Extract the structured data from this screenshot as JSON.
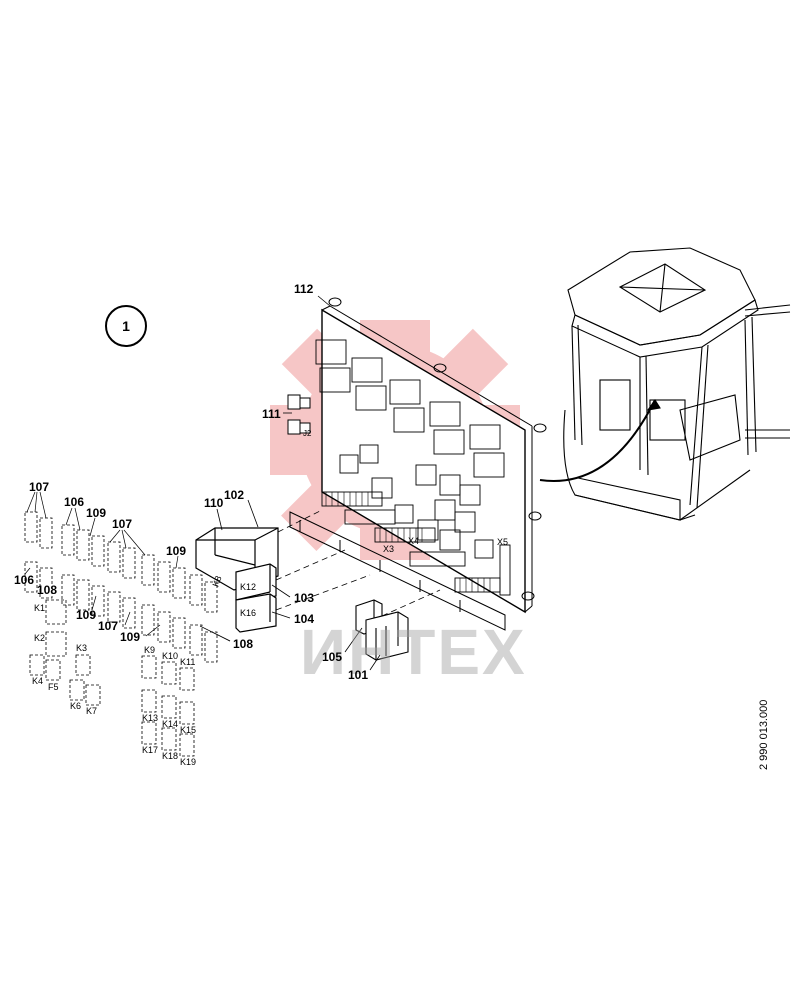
{
  "view_number": "1",
  "drawing_number": "2 990 013.000",
  "watermark_text": "ИНТЕХ",
  "colors": {
    "line": "#000000",
    "watermark_gear": "#f3b3b3",
    "watermark_text": "#a0a0a0"
  },
  "callouts": {
    "c112": "112",
    "c111": "111",
    "c110": "110",
    "c102": "102",
    "c103": "103",
    "c104": "104",
    "c105": "105",
    "c101": "101",
    "c107a": "107",
    "c106a": "106",
    "c109a": "109",
    "c107b": "107",
    "c109b": "109",
    "c106b": "106",
    "c108a": "108",
    "c109c": "109",
    "c107c": "107",
    "c109d": "109",
    "c108b": "108"
  },
  "component_labels": {
    "k8": "K8",
    "k12": "K12",
    "k16": "K16",
    "x5": "X5",
    "x4": "X4",
    "x3": "X3",
    "j2": "J2",
    "k1": "K1",
    "k2": "K2",
    "k3": "K3",
    "k4": "K4",
    "k5": "F5",
    "k6": "K6",
    "k7": "K7",
    "k9": "K9",
    "k10": "K10",
    "k11": "K11",
    "k13": "K13",
    "k14": "K14",
    "k15": "K15",
    "k17": "K17",
    "k18": "K18",
    "k19": "K19"
  }
}
